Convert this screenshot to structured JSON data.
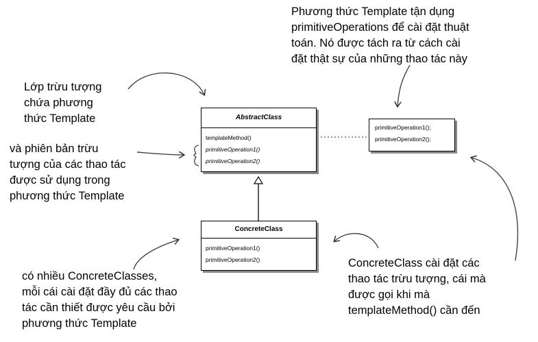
{
  "notes": {
    "top_right": "Phương thức Template tận dụng\nprimitiveOperations để cài đặt thuật\ntoán. Nó được tách ra từ cách cài\nđặt thật sự của những thao tác này",
    "abstract_class": "Lớp trừu tượng\nchứa phương\nthức Template",
    "abstract_ops": "và phiên bản trừu\ntượng của các thao tác\nđược sử dụng trong\nphương thức Template",
    "concrete_classes": "có nhiều ConcreteClasses,\nmỗi cái cài đặt đầy đủ các thao\ntác cần thiết được yêu cầu bởi\nphương thức Template",
    "concrete_impl": "ConcreteClass cài đặt các\nthao tác trừu tượng, cái mà\nđược gọi khi mà\ntemplateMethod() cần đến"
  },
  "abstract_class": {
    "name": "AbstractClass",
    "template_method": "templateMethod()",
    "op1": "primitiveOperation1()",
    "op2": "primitiveOperation2()"
  },
  "template_body": {
    "line1": "primitiveOperation1();",
    "line2": "primitiveOperation2();"
  },
  "concrete_class": {
    "name": "ConcreteClass",
    "op1": "primitiveOperation1()",
    "op2": "primitiveOperation2()"
  }
}
